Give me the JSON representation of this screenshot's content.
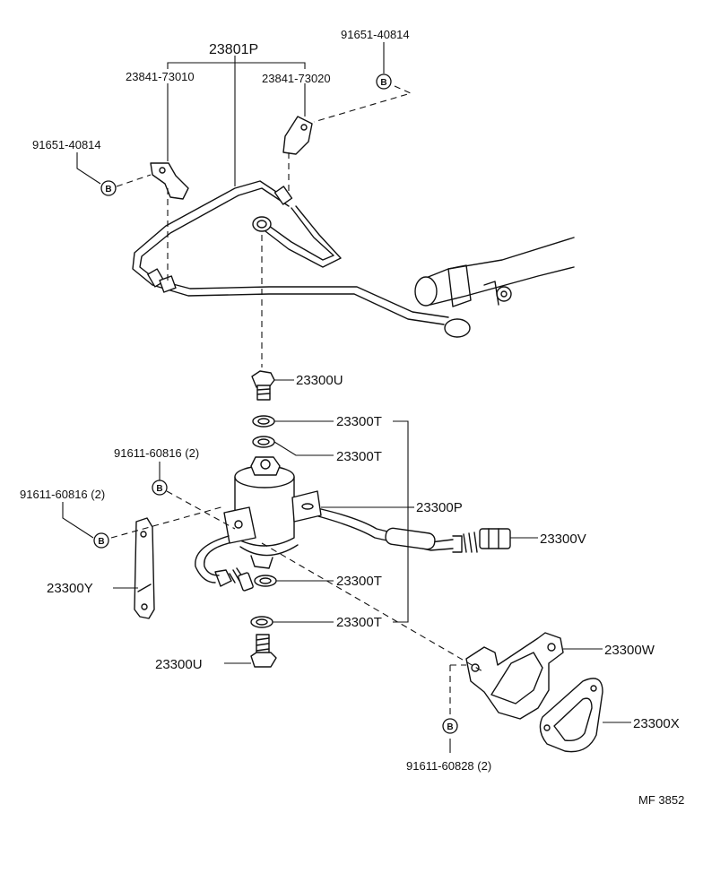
{
  "labels": {
    "p23801P": "23801P",
    "p23841_73010": "23841-73010",
    "p23841_73020": "23841-73020",
    "p91651_top": "91651-40814",
    "p91651_left": "91651-40814",
    "p23300U_top": "23300U",
    "p23300T_1": "23300T",
    "p23300T_2": "23300T",
    "p23300P": "23300P",
    "p23300V": "23300V",
    "p23300T_3": "23300T",
    "p23300T_4": "23300T",
    "p23300U_bottom": "23300U",
    "p23300W": "23300W",
    "p23300X": "23300X",
    "p23300Y": "23300Y",
    "p91611_60816_a": "91611-60816 (2)",
    "p91611_60816_b": "91611-60816 (2)",
    "p91611_60828": "91611-60828 (2)",
    "diagram_code": "MF 3852"
  },
  "markers": {
    "bolt_marker": "B"
  }
}
